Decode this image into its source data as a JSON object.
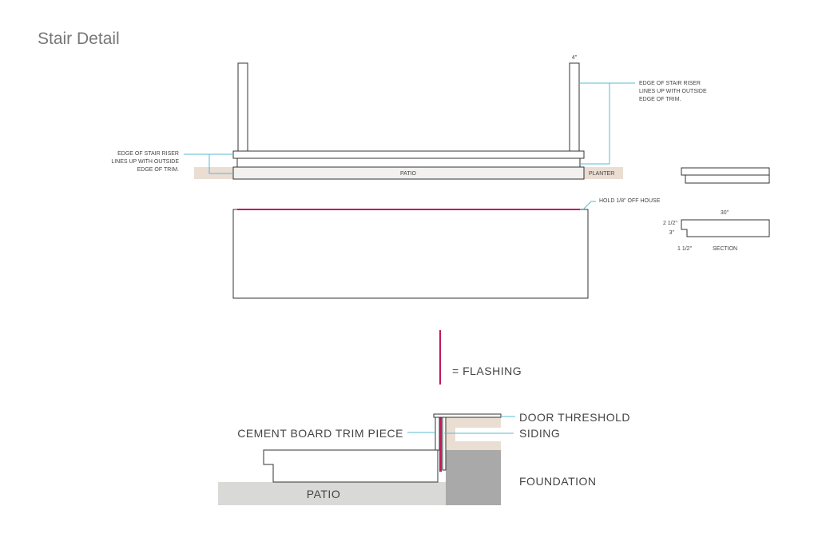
{
  "title": "Stair Detail",
  "plan": {
    "post_width": "4\"",
    "left_note": [
      "EDGE OF STAIR RISER",
      "LINES UP WITH OUTSIDE",
      "EDGE OF TRIM."
    ],
    "right_note": [
      "EDGE OF STAIR RISER",
      "LINES UP WITH OUTSIDE",
      "EDGE OF TRIM."
    ],
    "patio": "PATIO",
    "planter": "PLANTER"
  },
  "elevation": {
    "hold_note": "HOLD 1/8\" OFF HOUSE"
  },
  "section": {
    "width": "30\"",
    "dim_a": "2 1/2\"",
    "dim_b": "3\"",
    "dim_c": "1 1/2\"",
    "label": "SECTION"
  },
  "legend": {
    "flashing": "= FLASHING"
  },
  "detail": {
    "trim": "CEMENT BOARD TRIM PIECE",
    "threshold": "DOOR THRESHOLD",
    "siding": "SIDING",
    "foundation": "FOUNDATION",
    "patio": "PATIO"
  },
  "colors": {
    "flashing": "#c2185b",
    "leader": "#5bb8d3",
    "tan": "#eaddd2",
    "patio": "#d9d9d7",
    "foundation": "#a9a9a9"
  }
}
